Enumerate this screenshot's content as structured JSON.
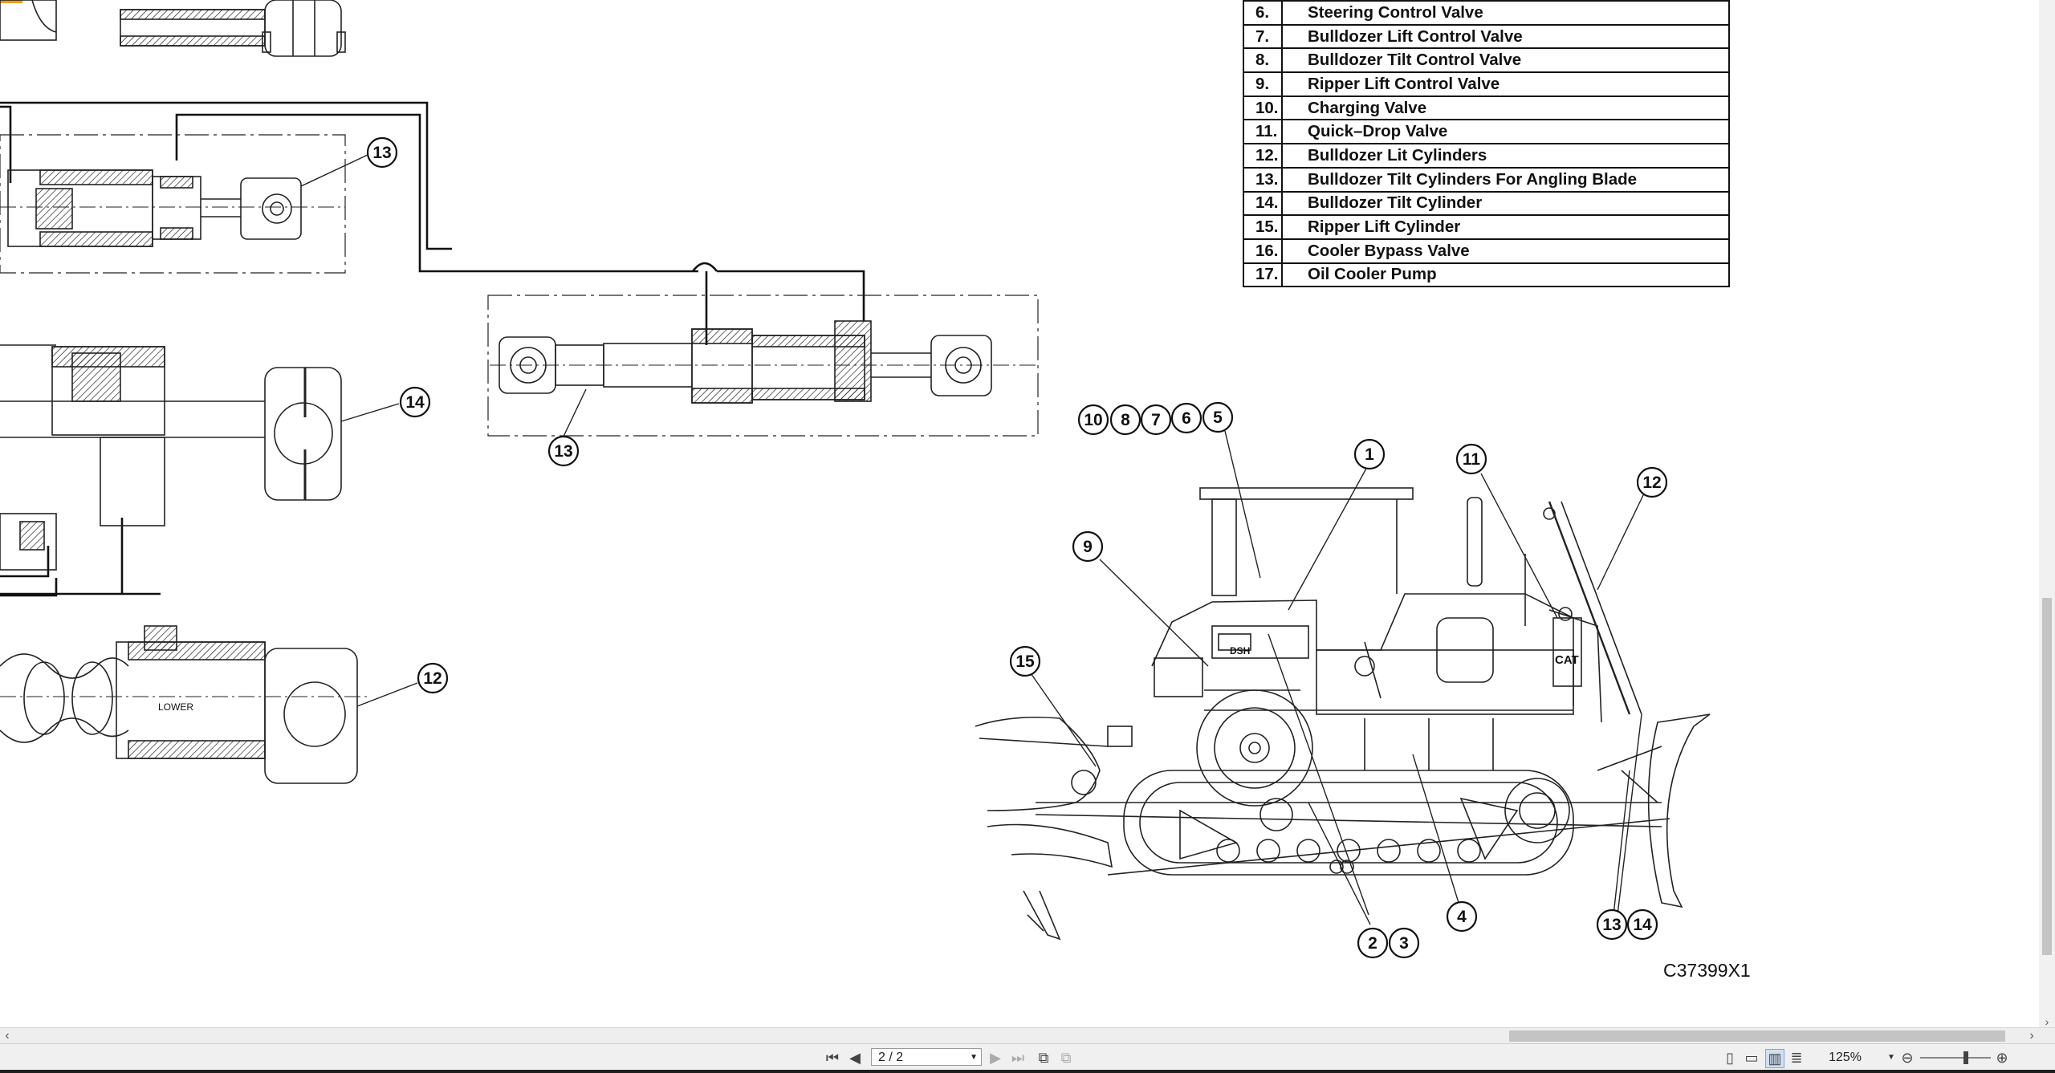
{
  "legend": [
    {
      "num": "6.",
      "label": "Steering Control Valve"
    },
    {
      "num": "7.",
      "label": "Bulldozer Lift Control Valve"
    },
    {
      "num": "8.",
      "label": "Bulldozer Tilt Control Valve"
    },
    {
      "num": "9.",
      "label": "Ripper Lift Control Valve"
    },
    {
      "num": "10.",
      "label": "Charging Valve"
    },
    {
      "num": "11.",
      "label": "Quick–Drop Valve"
    },
    {
      "num": "12.",
      "label": "Bulldozer Lit Cylinders"
    },
    {
      "num": "13.",
      "label": "Bulldozer Tilt Cylinders For Angling Blade"
    },
    {
      "num": "14.",
      "label": "Bulldozer Tilt Cylinder"
    },
    {
      "num": "15.",
      "label": "Ripper Lift Cylinder"
    },
    {
      "num": "16.",
      "label": "Cooler Bypass Valve"
    },
    {
      "num": "17.",
      "label": "Oil Cooler Pump"
    }
  ],
  "callouts": {
    "c13a": "13",
    "c14": "14",
    "c12": "12",
    "c13b": "13",
    "c10": "10",
    "c8": "8",
    "c7": "7",
    "c6": "6",
    "c5": "5",
    "c1": "1",
    "c11": "11",
    "c12b": "12",
    "c9": "9",
    "c15": "15",
    "c2": "2",
    "c3": "3",
    "c4": "4",
    "c13c": "13",
    "c14b": "14"
  },
  "drawing": {
    "lower_label": "LOWER",
    "dash_label": "DSH",
    "brand_label": "CAT",
    "figure_code": "C37399X1"
  },
  "toolbar": {
    "page_value": "2 / 2",
    "zoom_value": "125%",
    "icons": [
      "first-page-icon",
      "prev-page-icon",
      "next-page-icon",
      "last-page-icon",
      "rotate-icon",
      "copy-icon",
      "single-page-icon",
      "continuous-icon",
      "facing-icon",
      "scroll-icon",
      "zoom-out-icon",
      "zoom-in-icon"
    ]
  }
}
